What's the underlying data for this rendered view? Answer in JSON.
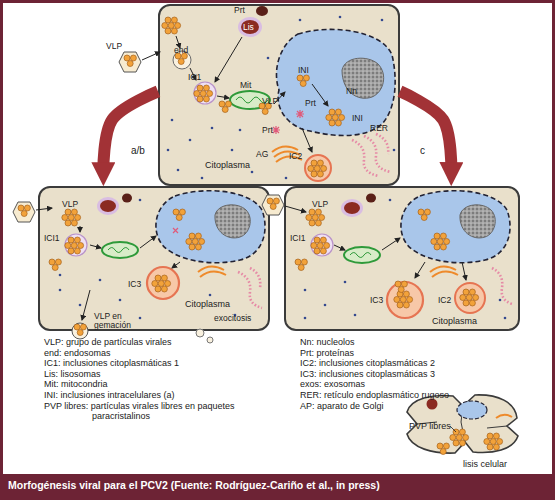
{
  "diagram": {
    "caption": "Morfogénesis viral para el PCV2 (Fuente: Rodríguez-Cariño et al., in press)",
    "nodes": [
      {
        "text": [
          "Citoplasma"
        ]
      },
      {
        "text": [
          "Citoplasma"
        ]
      },
      {
        "text": [
          "Citoplasma"
        ]
      },
      {
        "text": [
          "PVP libres",
          "lisis celular"
        ]
      }
    ],
    "edges": [
      {
        "from": 0,
        "to": 1,
        "arrow": "to",
        "label": "a/b"
      },
      {
        "from": 0,
        "to": 2,
        "arrow": "to",
        "label": "c"
      }
    ],
    "labels": [
      "VLP",
      "Prt",
      "Lis",
      "end",
      "IC1",
      "Mit",
      "VLP",
      "INI",
      "Prt",
      "Nn",
      "INI",
      "Prt",
      "AG",
      "RER",
      "IC2",
      "VLP",
      "ICI1",
      "IC3",
      "VLP en gemación",
      "exocitosis",
      "VLP",
      "ICI1",
      "IC3",
      "IC2"
    ],
    "legend": [
      {
        "text": "VLP: grupo de partículas virales"
      },
      {
        "text": "end: endosomas"
      },
      {
        "text": "IC1: inclusiones citoplasmáticas 1"
      },
      {
        "text": "Lis: lisosomas"
      },
      {
        "text": "Mit: mitocondria"
      },
      {
        "text": "INI: inclusiones intracelulares (a)"
      },
      {
        "text": "PVP libres: partículas virales libres en paquetes paracristalinos"
      },
      {
        "text": "Nn: nucleolos"
      },
      {
        "text": "Prt: proteínas"
      },
      {
        "text": "IC2: inclusiones citoplasmáticas 2"
      },
      {
        "text": "IC3: inclusiones citoplasmáticas 3"
      },
      {
        "text": "exos: exosomas"
      },
      {
        "text": "RER: retículo endoplasmático rugoso"
      },
      {
        "text": "AP: aparato de Golgi"
      }
    ]
  }
}
